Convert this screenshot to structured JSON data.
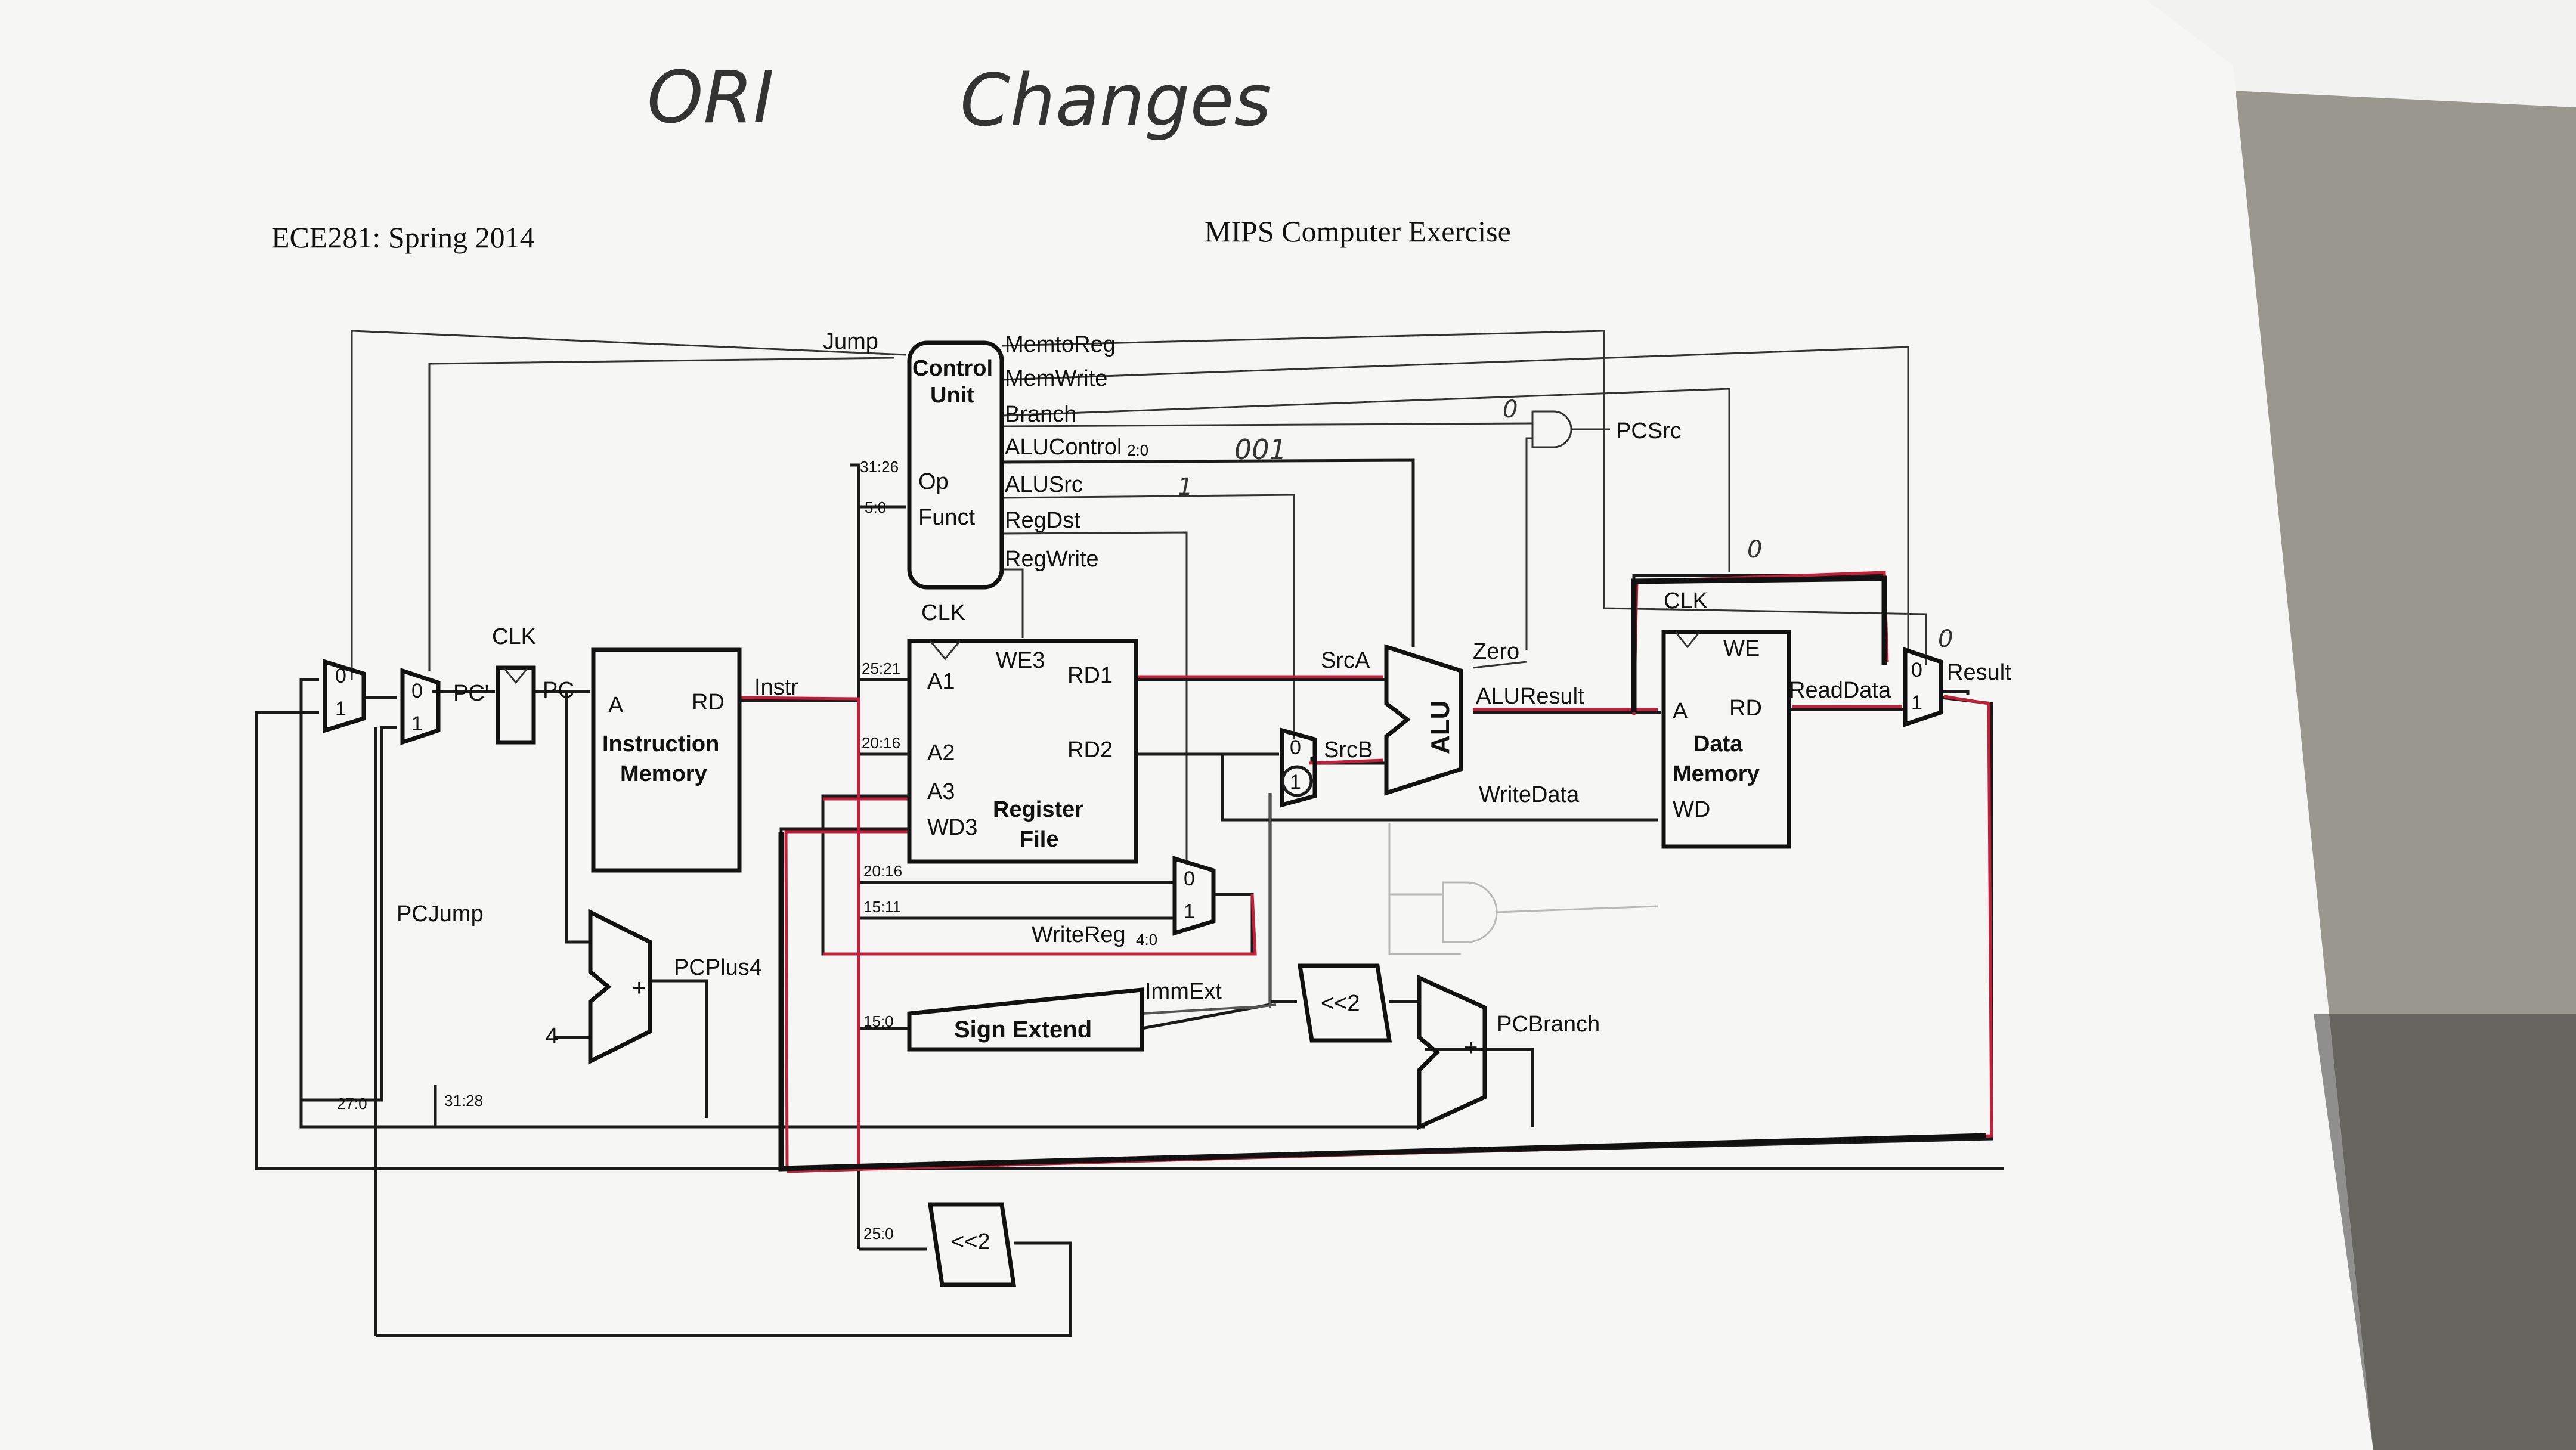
{
  "handwritten": {
    "title": "ORI",
    "subtitle": "Changes",
    "alucontrol_note": "001",
    "alusrc_note": "1",
    "branch_note": "0",
    "memwrite_note": "0",
    "memtoreg_note": "0"
  },
  "header": {
    "course": "ECE281: Spring 2014",
    "exercise": "MIPS Computer Exercise"
  },
  "control_unit": {
    "title_line1": "Control",
    "title_line2": "Unit",
    "op": "Op",
    "funct": "Funct",
    "signals": {
      "memtoreg": "MemtoReg",
      "memwrite": "MemWrite",
      "branch": "Branch",
      "alucontrol": "ALUControl",
      "alucontrol_sub": "2:0",
      "alusrc": "ALUSrc",
      "regdst": "RegDst",
      "regwrite": "RegWrite"
    },
    "field_op": "31:26",
    "field_funct": "5:0"
  },
  "wires": {
    "jump": "Jump",
    "pcsrc": "PCSrc",
    "instr": "Instr",
    "pc_prime": "PC'",
    "pc": "PC",
    "pcjump": "PCJump",
    "pcplus4": "PCPlus4",
    "four": "4",
    "pcbranch": "PCBranch",
    "immext": "ImmExt",
    "writereg": "WriteReg",
    "writereg_sub": "4:0",
    "srca": "SrcA",
    "srcb": "SrcB",
    "zero": "Zero",
    "aluresult": "ALUResult",
    "writedata": "WriteData",
    "readdata": "ReadData",
    "result": "Result",
    "plus": "+"
  },
  "fields": {
    "f2521": "25:21",
    "f2016a": "20:16",
    "f2016b": "20:16",
    "f1511": "15:11",
    "f150": "15:0",
    "f250": "25:0",
    "f270": "27:0",
    "f3128": "31:28"
  },
  "clk": "CLK",
  "instruction_memory": {
    "a": "A",
    "rd": "RD",
    "line1": "Instruction",
    "line2": "Memory"
  },
  "register_file": {
    "a1": "A1",
    "a2": "A2",
    "a3": "A3",
    "wd3": "WD3",
    "we3": "WE3",
    "rd1": "RD1",
    "rd2": "RD2",
    "line1": "Register",
    "line2": "File"
  },
  "alu": {
    "label": "ALU"
  },
  "data_memory": {
    "we": "WE",
    "a": "A",
    "rd": "RD",
    "wd": "WD",
    "line1": "Data",
    "line2": "Memory"
  },
  "sign_extend": "Sign Extend",
  "shift": "<<2",
  "mux_in0": "0",
  "mux_in1": "1"
}
